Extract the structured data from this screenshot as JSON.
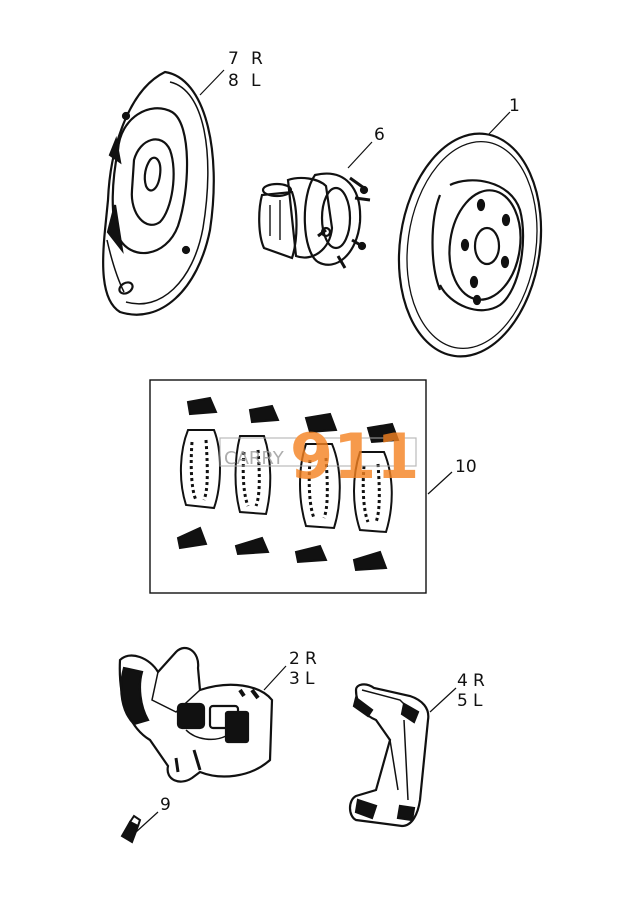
{
  "callouts": {
    "p1": "1",
    "p6": "6",
    "p7": "7",
    "p7_side": "R",
    "p8": "8",
    "p8_side": "L",
    "p10": "10",
    "p2": "2",
    "p2_side": "R",
    "p3": "3",
    "p3_side": "L",
    "p4": "4",
    "p4_side": "R",
    "p5": "5",
    "p5_side": "L",
    "p9": "9"
  },
  "watermark": {
    "brand_number": "911",
    "text": "CARRY",
    "brand_color": "#f58220"
  },
  "colors": {
    "ink": "#111111",
    "background": "#ffffff"
  }
}
